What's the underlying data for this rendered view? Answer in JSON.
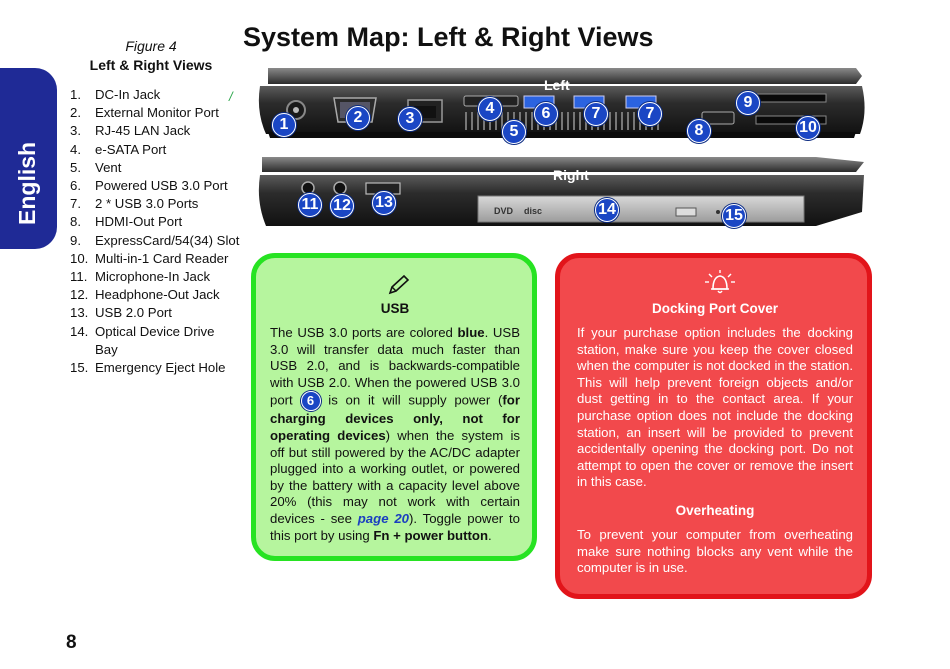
{
  "side_tab": "English",
  "figure": {
    "number": "Figure 4",
    "title": "Left & Right Views"
  },
  "legend": [
    {
      "num": "1.",
      "label": "DC-In Jack"
    },
    {
      "num": "2.",
      "label": "External Monitor Port"
    },
    {
      "num": "3.",
      "label": "RJ-45 LAN Jack"
    },
    {
      "num": "4.",
      "label": "e-SATA Port"
    },
    {
      "num": "5.",
      "label": "Vent"
    },
    {
      "num": "6.",
      "label": "Powered USB 3.0 Port"
    },
    {
      "num": "7.",
      "label": "2 * USB 3.0 Ports"
    },
    {
      "num": "8.",
      "label": "HDMI-Out Port"
    },
    {
      "num": "9.",
      "label": "ExpressCard/54(34) Slot"
    },
    {
      "num": "10.",
      "label": "Multi-in-1 Card Reader"
    },
    {
      "num": "11.",
      "label": "Microphone-In Jack"
    },
    {
      "num": "12.",
      "label": "Headphone-Out Jack"
    },
    {
      "num": "13.",
      "label": "USB 2.0 Port"
    },
    {
      "num": "14.",
      "label": "Optical Device Drive Bay"
    },
    {
      "num": "15.",
      "label": "Emergency Eject Hole"
    }
  ],
  "page_title": "System Map: Left & Right Views",
  "slash_mark": "/",
  "views": {
    "left_label": "Left",
    "right_label": "Right"
  },
  "markers": {
    "m1": "1",
    "m2": "2",
    "m3": "3",
    "m4": "4",
    "m5": "5",
    "m6": "6",
    "m7a": "7",
    "m7b": "7",
    "m8": "8",
    "m9": "9",
    "m10": "10",
    "m11": "11",
    "m12": "12",
    "m13": "13",
    "m14": "14",
    "m15": "15"
  },
  "port_labels": {
    "dvd": "DVD",
    "disc": "disc"
  },
  "usb_note": {
    "heading": "USB",
    "t1": "The USB 3.0 ports are colored ",
    "t_blue": "blue",
    "t2": ". USB 3.0 will transfer data much faster than USB 2.0, and is backwards-compatible with USB 2.0. When the powered USB 3.0 port ",
    "port_num": "6",
    "t3": " is on it will supply power (",
    "t_bold1": "for charging devices only, not for operating devices",
    "t4": ") when the system is off but still powered by the AC/DC adapter plugged into a working outlet, or powered by the battery with a capacity level above 20% (this may not work with certain devices - see ",
    "t_link": "page 20",
    "t5": "). Toggle power to this port by using ",
    "t_bold2": "Fn + power button",
    "t6": "."
  },
  "docking_note": {
    "heading": "Docking Port Cover",
    "body": "If your purchase option includes the docking station, make sure you keep the cover closed when the computer is not docked in the station. This will help prevent foreign objects and/or dust getting in to the contact area. If your purchase option does not include the docking station, an insert will be provided to prevent accidentally opening the docking port. Do not attempt to open the cover or remove the insert in this case.",
    "heading2": "Overheating",
    "body2": "To prevent your computer from overheating make sure nothing blocks any vent while the computer is in use."
  },
  "page_number": "8",
  "colors": {
    "tab": "#1f2a96",
    "marker": "#1a46c4",
    "green_fill": "#b6f59e",
    "green_border": "#27e322",
    "red_fill": "#f2494c",
    "red_border": "#e2141a",
    "usb3": "#2b63e0"
  },
  "icons": {
    "usb_note_icon": "pen-icon",
    "docking_note_icon": "alarm-bell-icon"
  }
}
